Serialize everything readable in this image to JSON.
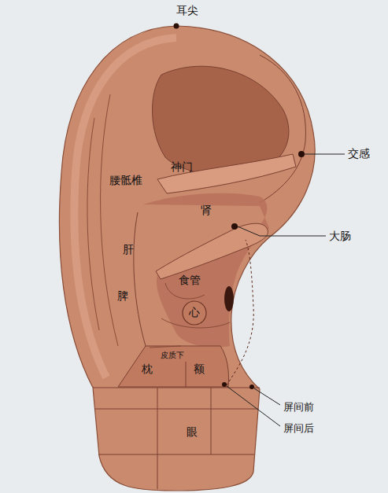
{
  "diagram": {
    "nodes": [
      {
        "text": [
          "心"
        ]
      }
    ],
    "labels": [
      "耳尖",
      "交感",
      "神门",
      "腰骶椎",
      "肾",
      "大肠",
      "肝",
      "食管",
      "脾",
      "皮质下",
      "枕",
      "额",
      "屏间前",
      "屏间后",
      "眼"
    ]
  }
}
